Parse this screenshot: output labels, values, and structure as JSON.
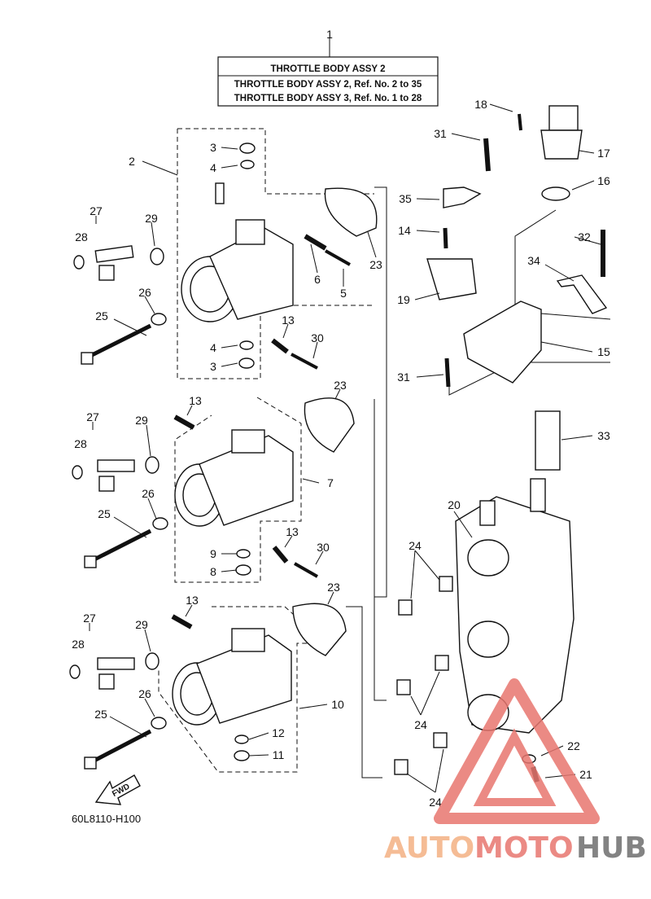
{
  "title_box": {
    "heading": "THROTTLE BODY ASSY 2",
    "line2": "THROTTLE BODY ASSY 2,  Ref. No. 2 to 35",
    "line3": "THROTTLE BODY ASSY 3,  Ref. No. 1 to 28"
  },
  "diagram_code": "60L8110-H100",
  "fwd_label": "FWD",
  "watermark": {
    "part1": "AUTO",
    "part2": "MOTO",
    "part3": "HUB"
  },
  "colors": {
    "watermark_orange": "#f4b183",
    "watermark_red": "#e8766f",
    "watermark_gray": "#6e6e6e",
    "ink": "#111111"
  },
  "callouts": [
    "1",
    "2",
    "3",
    "4",
    "27",
    "28",
    "29",
    "26",
    "25",
    "3",
    "4",
    "5",
    "6",
    "13",
    "30",
    "23",
    "18",
    "31",
    "17",
    "16",
    "35",
    "14",
    "32",
    "34",
    "19",
    "15",
    "31",
    "33",
    "27",
    "28",
    "29",
    "13",
    "23",
    "26",
    "25",
    "7",
    "13",
    "30",
    "9",
    "8",
    "20",
    "24",
    "27",
    "28",
    "29",
    "13",
    "23",
    "26",
    "25",
    "12",
    "11",
    "10",
    "24",
    "22",
    "21",
    "24"
  ]
}
